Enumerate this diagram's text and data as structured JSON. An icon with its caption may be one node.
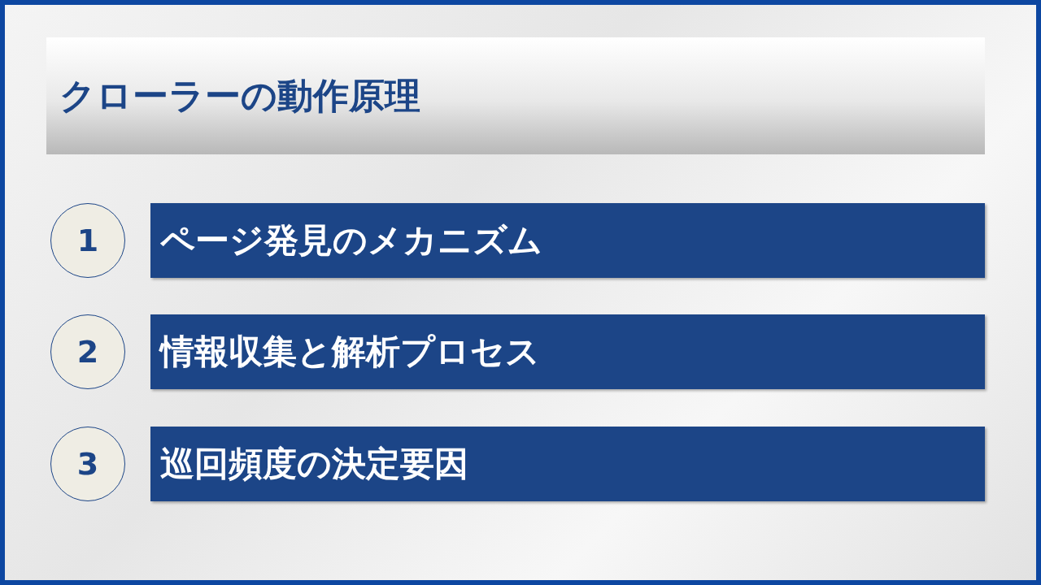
{
  "diagram": {
    "title": "クローラーの動作原理",
    "nodes": [
      {
        "text": [
          "1"
        ]
      },
      {
        "text": [
          "ページ発見のメカニズム"
        ]
      },
      {
        "text": [
          "2"
        ]
      },
      {
        "text": [
          "情報収集と解析プロセス"
        ]
      },
      {
        "text": [
          "3"
        ]
      },
      {
        "text": [
          "巡回頻度の決定要因"
        ]
      }
    ]
  }
}
